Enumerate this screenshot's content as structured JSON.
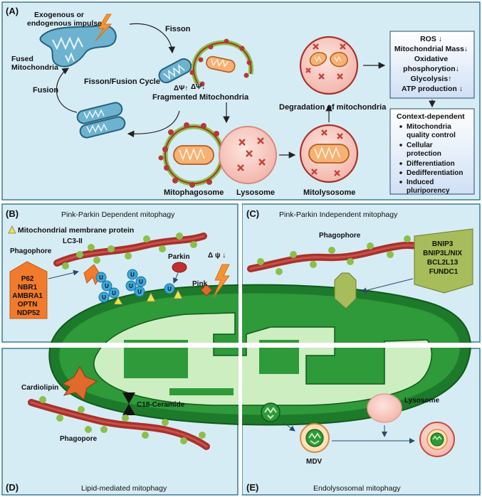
{
  "panels": {
    "a": {
      "label": "(A)",
      "impulse": [
        "Exogenous or",
        "endogenous impulse"
      ],
      "fused": [
        "Fused",
        "Mitochondria"
      ],
      "fission": "Fisson",
      "fusion": "Fusion",
      "cycle": "Fisson/Fusion Cycle",
      "dpsi_up": "ΔΨ↑",
      "dpsi_down": "ΔΨ↓",
      "fragmented": "Fragmented Mitochondria",
      "mitophagosome": "Mitophagosome",
      "lysosome": "Lysosome",
      "mitolysosome": "Mitolysosome",
      "degradation": "Degradation of mitochondria",
      "effects": [
        "ROS ↓",
        "Mitochondrial Mass↓",
        "Oxidative",
        "phosphorytion↓",
        "Glycolysis↑",
        "ATP production ↓"
      ],
      "context_title": "Context-dependent",
      "context_items": [
        [
          "Mitochondria",
          "quality control"
        ],
        [
          "Cellular",
          "protection"
        ],
        [
          "Differentiation"
        ],
        [
          "Dedifferentiation"
        ],
        [
          "Induced",
          "pluriporency"
        ]
      ]
    },
    "b": {
      "label": "(B)",
      "title": "Pink-Parkin Dependent mitophagy",
      "legend": "Mitochondrial membrane protein",
      "lc3": "LC3-II",
      "phagophore": "Phagophore",
      "parkin": "Parkin",
      "pink": "Pink",
      "dpsi": "Δ ψ ↓",
      "receptors": [
        "P62",
        "NBR1",
        "AMBRA1",
        "OPTN",
        "NDP52"
      ],
      "ub": "U"
    },
    "c": {
      "label": "(C)",
      "title": "Pink-Parkin Independent mitophagy",
      "phagophore": "Phagophore",
      "receptors": [
        "BNIP3",
        "BNIP3L/NIX",
        "BCL2L13",
        "FUNDC1"
      ]
    },
    "d": {
      "label": "(D)",
      "title": "Lipid-mediated mitophagy",
      "cardiolipin": "Cardiolipin",
      "ceramide": "C18-Ceramide",
      "phagopore": "Phagopore"
    },
    "e": {
      "label": "(E)",
      "title": "Endolysosomal mitophagy",
      "lysosome": "Lysosome",
      "mdv": "MDV"
    }
  },
  "colors": {
    "panel_bg": "#d6ecf5",
    "panel_border": "#3d7a99",
    "mito_green": "#2e9a3a",
    "mito_inner": "#cdeec0",
    "phagophore": "#a8322c",
    "vesicle_dot": "#8cbf4a",
    "lysosome": "#f6c9c2",
    "receptor_orange": "#f17a2c",
    "ubiquitin": "#3aa8dd",
    "receptor_olive": "#a7bc5a"
  }
}
